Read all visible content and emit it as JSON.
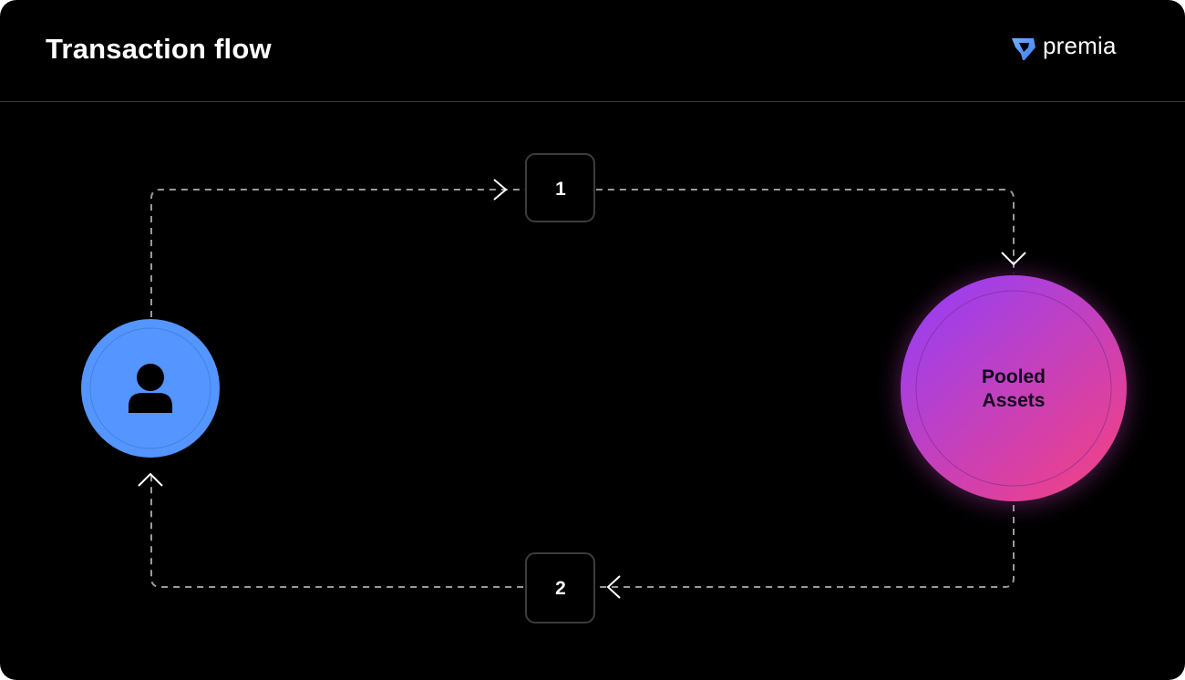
{
  "header": {
    "title": "Transaction flow",
    "brand_name": "premia",
    "brand_icon": "premia-logo-icon"
  },
  "diagram": {
    "colors": {
      "background": "#000000",
      "connector": "#9a9a9a",
      "user_node": "#5495ff",
      "pool_gradient_start": "#9a3ff0",
      "pool_gradient_end": "#ee4189",
      "step_box_border": "#3c3c3c"
    },
    "nodes": {
      "user": {
        "icon": "user-icon"
      },
      "pool": {
        "label_line1": "Pooled",
        "label_line2": "Assets"
      }
    },
    "steps": [
      {
        "label": "1",
        "direction": "user-to-pool"
      },
      {
        "label": "2",
        "direction": "pool-to-user"
      }
    ]
  }
}
